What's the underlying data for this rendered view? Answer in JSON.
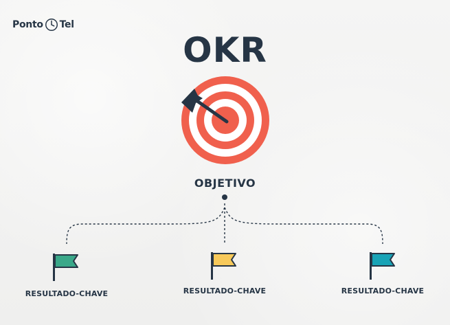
{
  "logo": {
    "left_text": "Ponto",
    "right_text": "Tel",
    "icon": "clock-icon"
  },
  "title": "OKR",
  "objective": {
    "label": "OBJETIVO",
    "icon": "target-icon"
  },
  "key_results": [
    {
      "label": "RESULTADO-CHAVE",
      "flag_color": "#3aa889",
      "icon": "flag-icon"
    },
    {
      "label": "RESULTADO-CHAVE",
      "flag_color": "#f7c95a",
      "icon": "flag-icon"
    },
    {
      "label": "RESULTADO-CHAVE",
      "flag_color": "#18a3b6",
      "icon": "flag-icon"
    }
  ],
  "colors": {
    "text": "#263545",
    "target_red": "#f0604d",
    "background": "#f3f3f2"
  }
}
